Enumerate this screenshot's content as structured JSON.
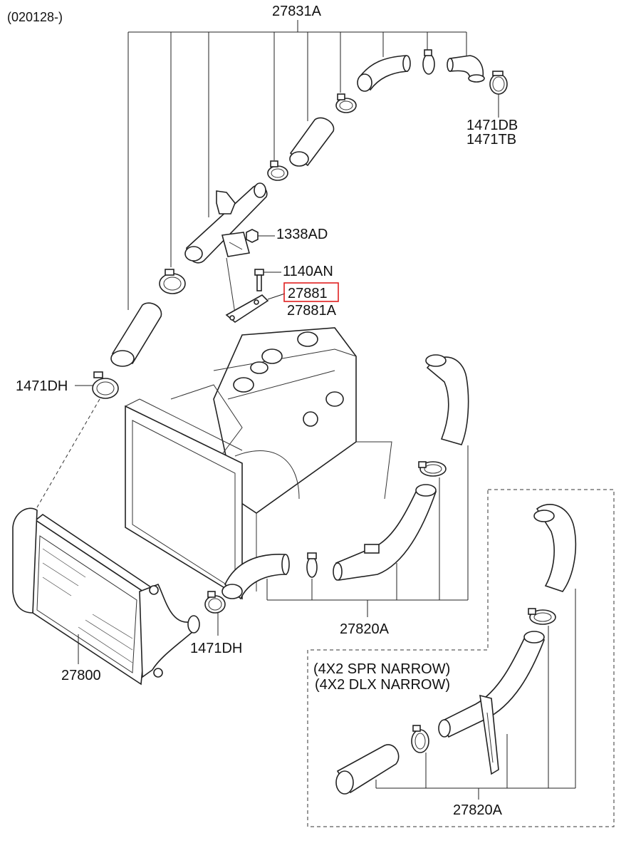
{
  "header": {
    "code": "(020128-)"
  },
  "labels": {
    "l_27831A": "27831A",
    "l_1471DB": "1471DB",
    "l_1471TB": "1471TB",
    "l_1338AD": "1338AD",
    "l_1140AN": "1140AN",
    "l_27881": "27881",
    "l_27881A": "27881A",
    "l_1471DH_left": "1471DH",
    "l_1471DH_bottom": "1471DH",
    "l_27820A_main": "27820A",
    "l_27800": "27800",
    "l_27820A_inset": "27820A"
  },
  "inset": {
    "line1": "(4X2 SPR NARROW)",
    "line2": "(4X2 DLX NARROW)"
  },
  "highlight": {
    "label": "27881",
    "color": "#e02020"
  }
}
